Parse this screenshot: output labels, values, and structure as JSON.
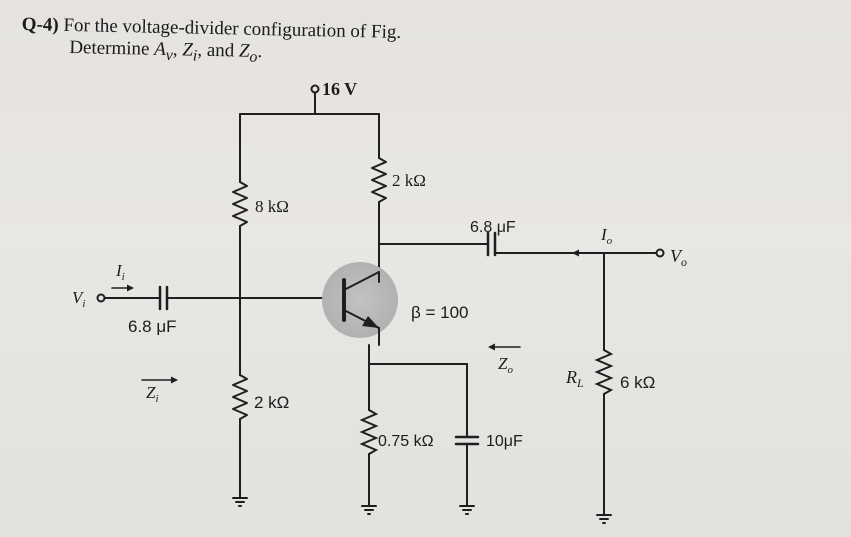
{
  "question": {
    "number": "Q-4)",
    "line1_text": "For the voltage-divider configuration of Fig.",
    "line2_prefix": "Determine ",
    "Av": "A",
    "Av_sub": "v",
    "comma1": ", ",
    "Zi": "Z",
    "Zi_sub": "i",
    "and": ", and ",
    "Zo": "Z",
    "Zo_sub": "o",
    "end": "."
  },
  "circuit": {
    "supply": "16 V",
    "r_top_left": "8 kΩ",
    "r_bottom_left": "2 kΩ",
    "r_collector": "2 kΩ",
    "r_emitter": "0.75 kΩ",
    "c_input": "6.8 μF",
    "c_output": "6.8 μF",
    "c_emitter": "10μF",
    "beta": "β = 100",
    "load_label": "R",
    "load_sub": "L",
    "load_value": "6 kΩ",
    "vi": "V",
    "vi_sub": "i",
    "ii": "I",
    "ii_sub": "i",
    "zi": "Z",
    "zi_sub": "i",
    "zo": "Z",
    "zo_sub": "o",
    "io": "I",
    "io_sub": "o",
    "vo": "V",
    "vo_sub": "o"
  }
}
